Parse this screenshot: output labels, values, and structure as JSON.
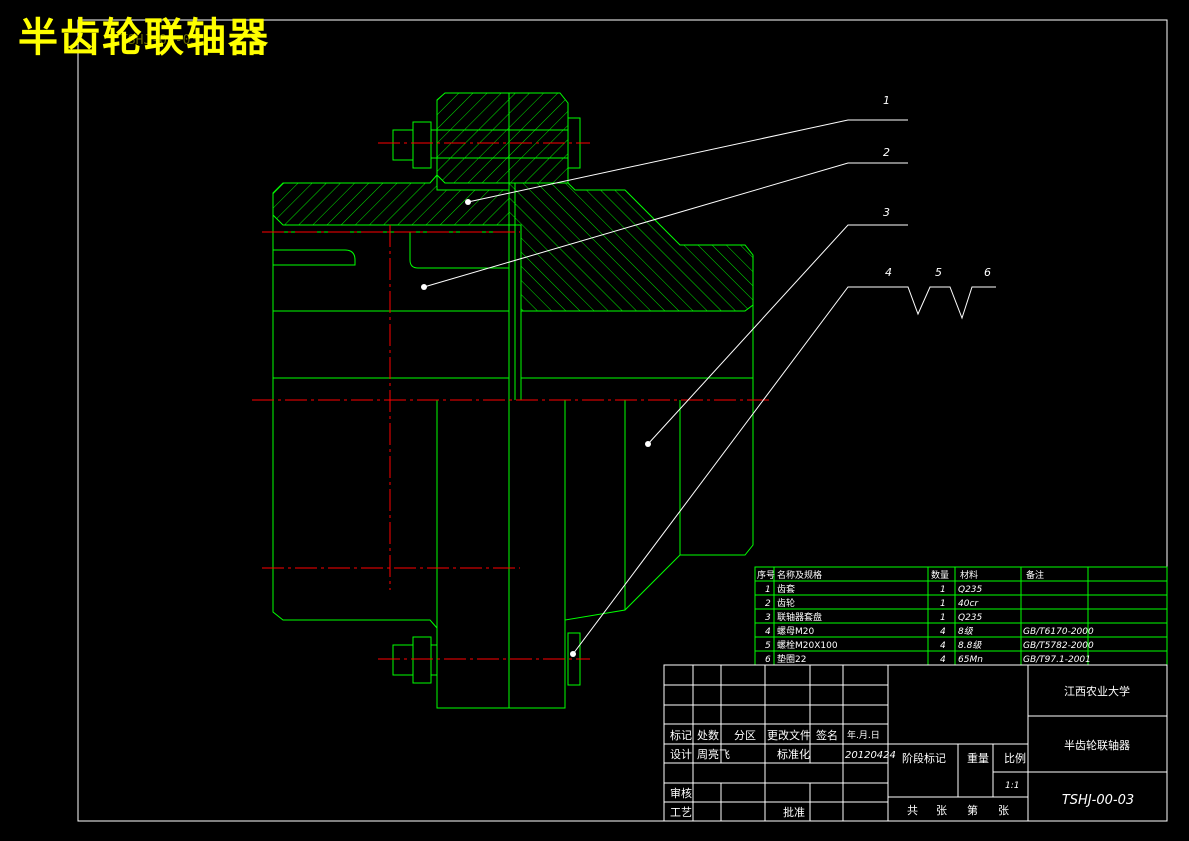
{
  "title": "半齿轮联轴器",
  "faint_code": "TSHJ-00-03",
  "colors": {
    "background": "#000000",
    "outline": "#00ff00",
    "center": "#ff0000",
    "leader": "#ffffff",
    "title": "#ffff00",
    "frame": "#ffffff"
  },
  "callouts": [
    "1",
    "2",
    "3",
    "4",
    "5",
    "6"
  ],
  "bom": {
    "headers": [
      "序号",
      "名称及规格",
      "数量",
      "材料",
      "备注"
    ],
    "rows": [
      [
        "1",
        "齿套",
        "1",
        "Q235",
        ""
      ],
      [
        "2",
        "齿轮",
        "1",
        "40cr",
        ""
      ],
      [
        "3",
        "联轴器套盘",
        "1",
        "Q235",
        ""
      ],
      [
        "4",
        "螺母M20",
        "4",
        "8级",
        "GB/T6170-2000"
      ],
      [
        "5",
        "螺栓M20X100",
        "4",
        "8.8级",
        "GB/T5782-2000"
      ],
      [
        "6",
        "垫圈22",
        "4",
        "65Mn",
        "GB/T97.1-2001"
      ]
    ]
  },
  "titleblock": {
    "school": "江西农业大学",
    "part_name": "半齿轮联轴器",
    "drawing_no": "TSHJ-00-03",
    "labels": {
      "mark": "标记",
      "count": "处数",
      "zone": "分区",
      "change_doc": "更改文件",
      "sign": "签名",
      "date": "年.月.日",
      "design": "设计",
      "designer": "周亮飞",
      "standard": "标准化",
      "design_date": "20120424",
      "stage": "阶段标记",
      "weight": "重量",
      "scale": "比例",
      "scale_value": "1:1",
      "review": "审核",
      "process": "工艺",
      "approve": "批准",
      "total": "共",
      "sheets": "张",
      "no": "第",
      "sheet": "张"
    }
  }
}
